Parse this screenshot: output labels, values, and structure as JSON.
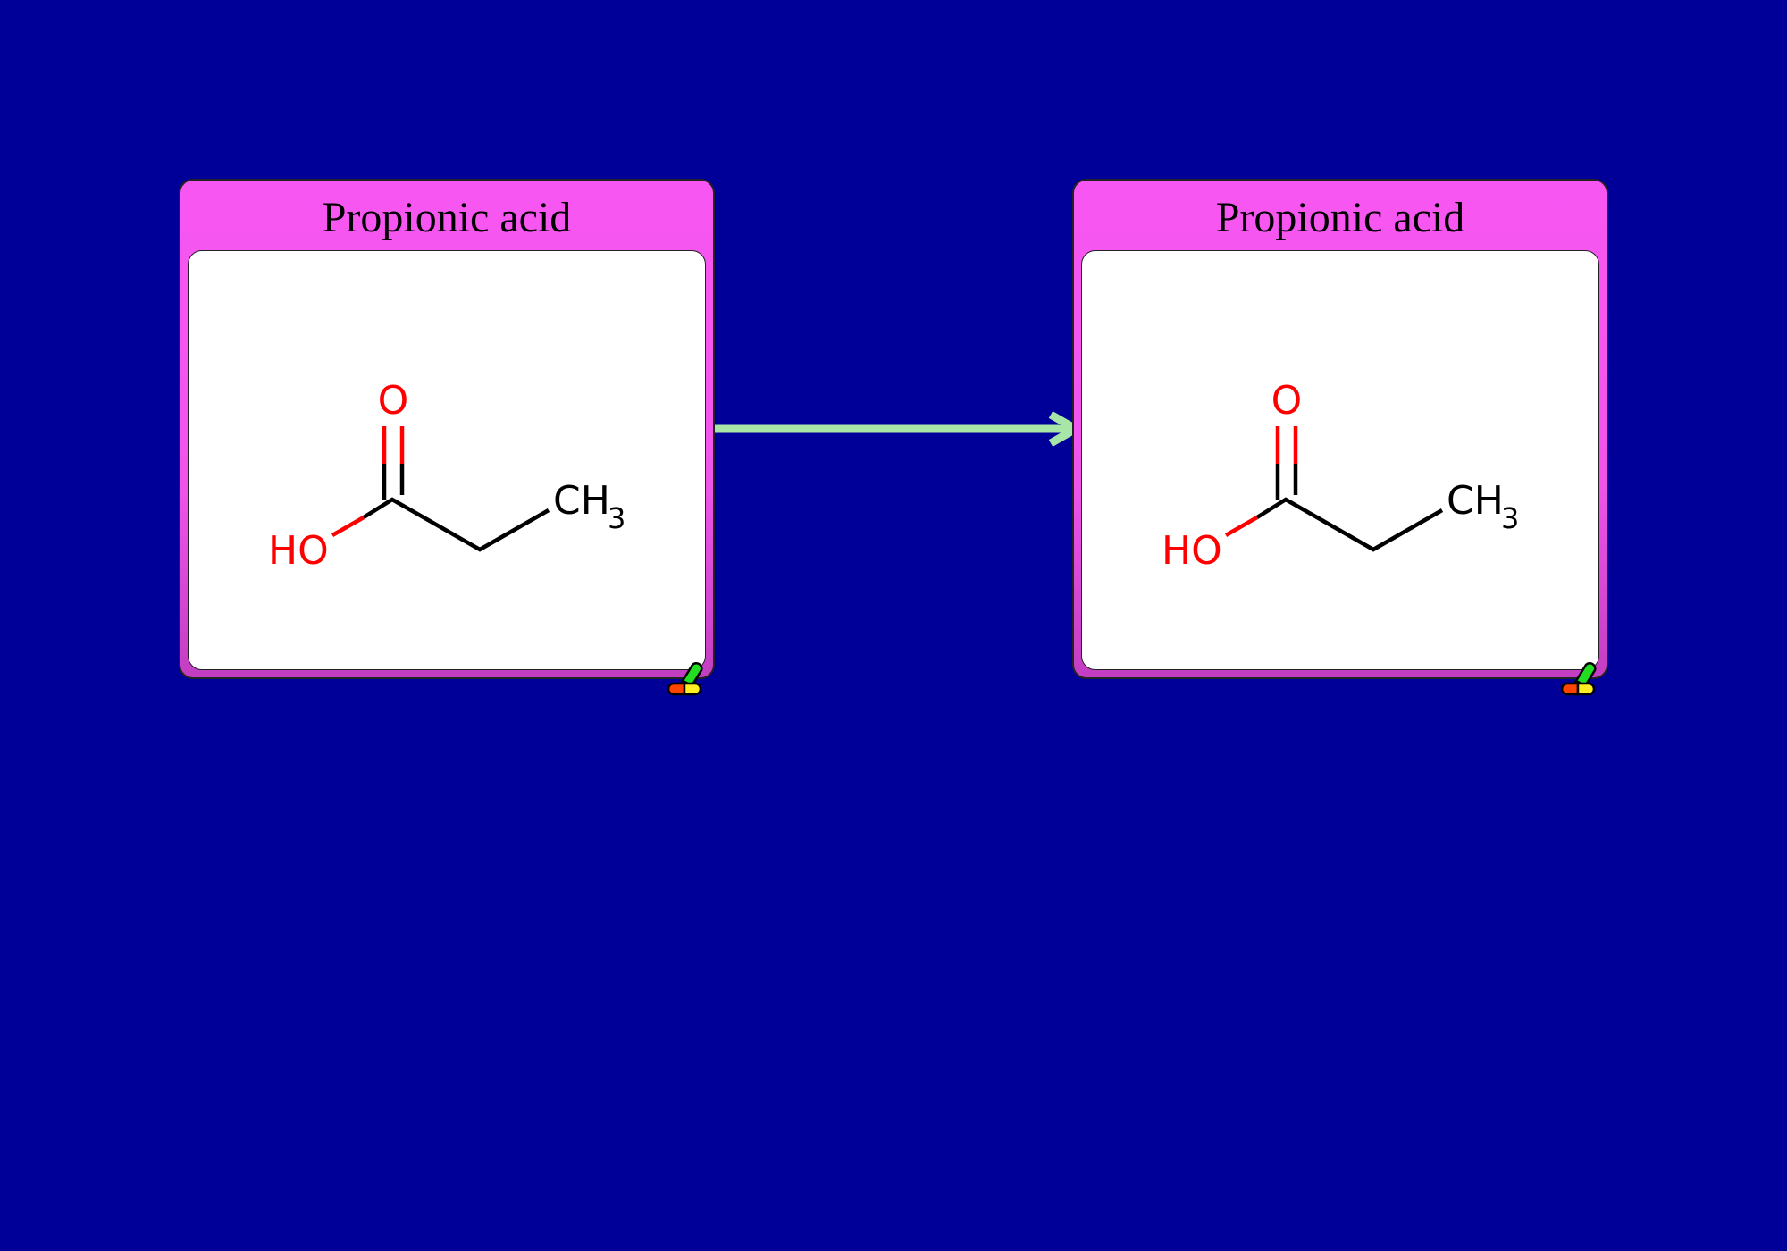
{
  "nodes": [
    {
      "title": "Propionic acid",
      "atoms": {
        "carbonyl_o": "O",
        "hydroxyl": "HO",
        "methyl": "CH",
        "methyl_sub": "3"
      }
    },
    {
      "title": "Propionic acid",
      "atoms": {
        "carbonyl_o": "O",
        "hydroxyl": "HO",
        "methyl": "CH",
        "methyl_sub": "3"
      }
    }
  ],
  "colors": {
    "background": "#000099",
    "node": "#f856f2",
    "arrow": "#a8e6a8",
    "heteroatom": "#ff0000"
  },
  "icons": {
    "node_badge": "pill-icon"
  }
}
